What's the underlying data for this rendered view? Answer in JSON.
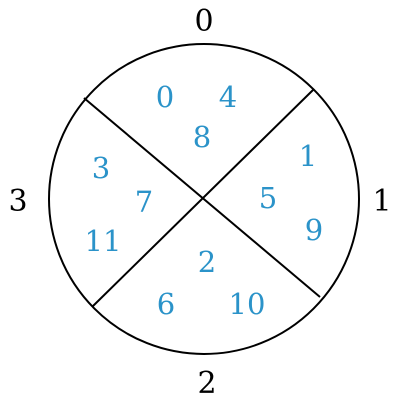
{
  "colors": {
    "stroke": "#000000",
    "label": "#000000",
    "numbers": "#2b93c9",
    "background": "#ffffff"
  },
  "sectors": [
    {
      "label": "0",
      "numbers": [
        "0",
        "4",
        "8"
      ]
    },
    {
      "label": "1",
      "numbers": [
        "1",
        "5",
        "9"
      ]
    },
    {
      "label": "2",
      "numbers": [
        "2",
        "6",
        "10"
      ]
    },
    {
      "label": "3",
      "numbers": [
        "3",
        "7",
        "11"
      ]
    }
  ]
}
